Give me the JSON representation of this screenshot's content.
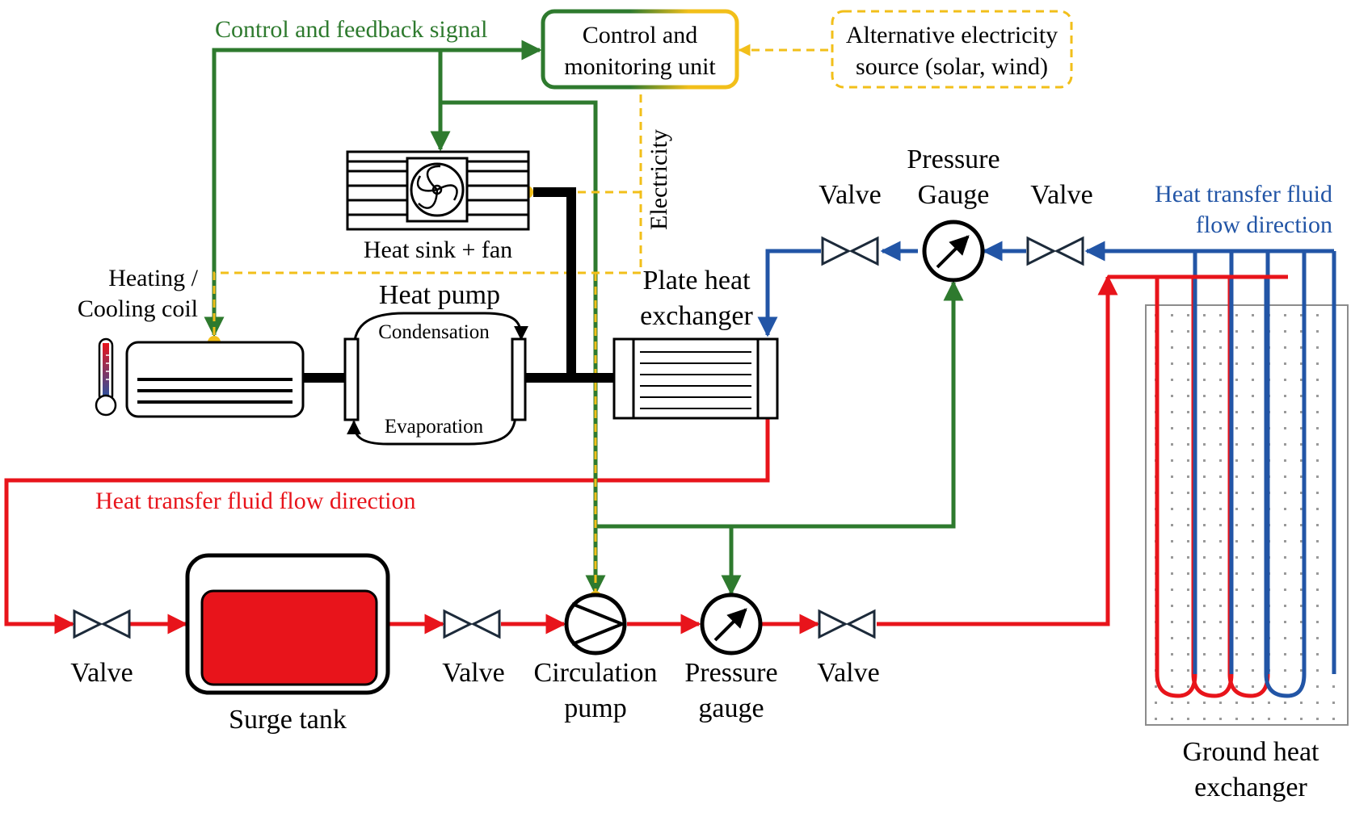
{
  "colors": {
    "hot": "#e8141b",
    "cold": "#2255a6",
    "control": "#2e7a2e",
    "electric": "#f2bf1a",
    "black": "#000000",
    "gray": "#8c8c8c"
  },
  "labels": {
    "control_signal": "Control and feedback signal",
    "control_unit_line1": "Control and",
    "control_unit_line2": "monitoring unit",
    "alt_source_line1": "Alternative electricity",
    "alt_source_line2": "source (solar, wind)",
    "electricity": "Electricity",
    "heat_sink": "Heat sink + fan",
    "coil_line1": "Heating /",
    "coil_line2": "Cooling coil",
    "heat_pump": "Heat pump",
    "condensation": "Condensation",
    "evaporation": "Evaporation",
    "plate_line1": "Plate heat",
    "plate_line2": "exchanger",
    "valve": "Valve",
    "pressure_upper_line1": "Pressure",
    "pressure_upper_line2": "Gauge",
    "cold_flow_line1": "Heat transfer fluid",
    "cold_flow_line2": "flow direction",
    "hot_flow": "Heat transfer fluid flow direction",
    "surge_tank": "Surge tank",
    "pump_line1": "Circulation",
    "pump_line2": "pump",
    "gauge_lower_line1": "Pressure",
    "gauge_lower_line2": "gauge",
    "ground_line1": "Ground heat",
    "ground_line2": "exchanger"
  }
}
